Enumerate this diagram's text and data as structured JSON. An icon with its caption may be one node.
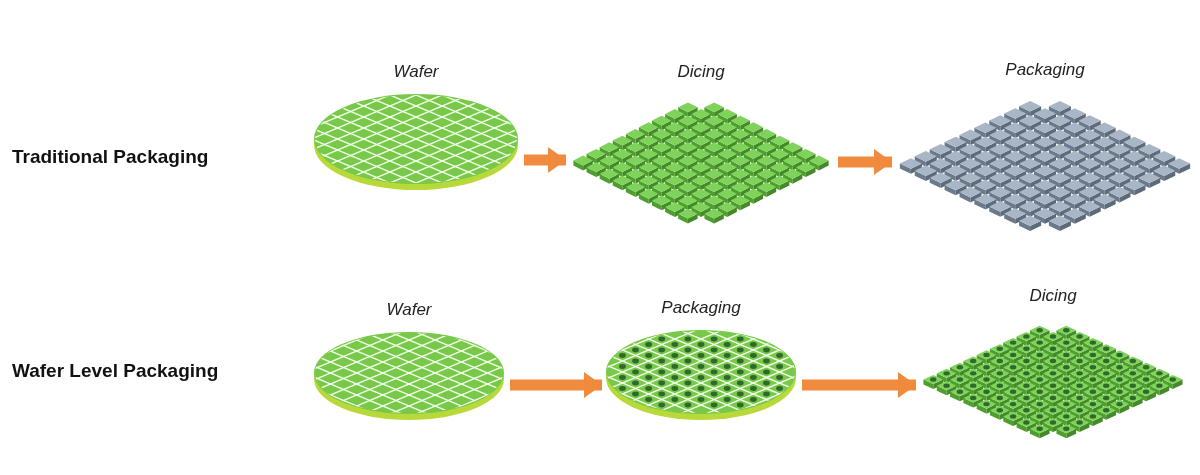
{
  "diagram": {
    "nodes": [
      {
        "text": [
          "Wafer"
        ]
      },
      {
        "text": [
          "Dicing"
        ]
      },
      {
        "text": [
          "Packaging"
        ]
      },
      {
        "text": [
          "Wafer"
        ]
      },
      {
        "text": [
          "Packaging"
        ]
      },
      {
        "text": [
          "Dicing"
        ]
      }
    ],
    "edges": [
      {
        "from": 0,
        "to": 1,
        "arrow": "to"
      },
      {
        "from": 1,
        "to": 2,
        "arrow": "to"
      },
      {
        "from": 3,
        "to": 4,
        "arrow": "to"
      },
      {
        "from": 4,
        "to": 5,
        "arrow": "to"
      }
    ],
    "labels": [
      "Traditional Packaging",
      "Wafer Level Packaging"
    ]
  }
}
